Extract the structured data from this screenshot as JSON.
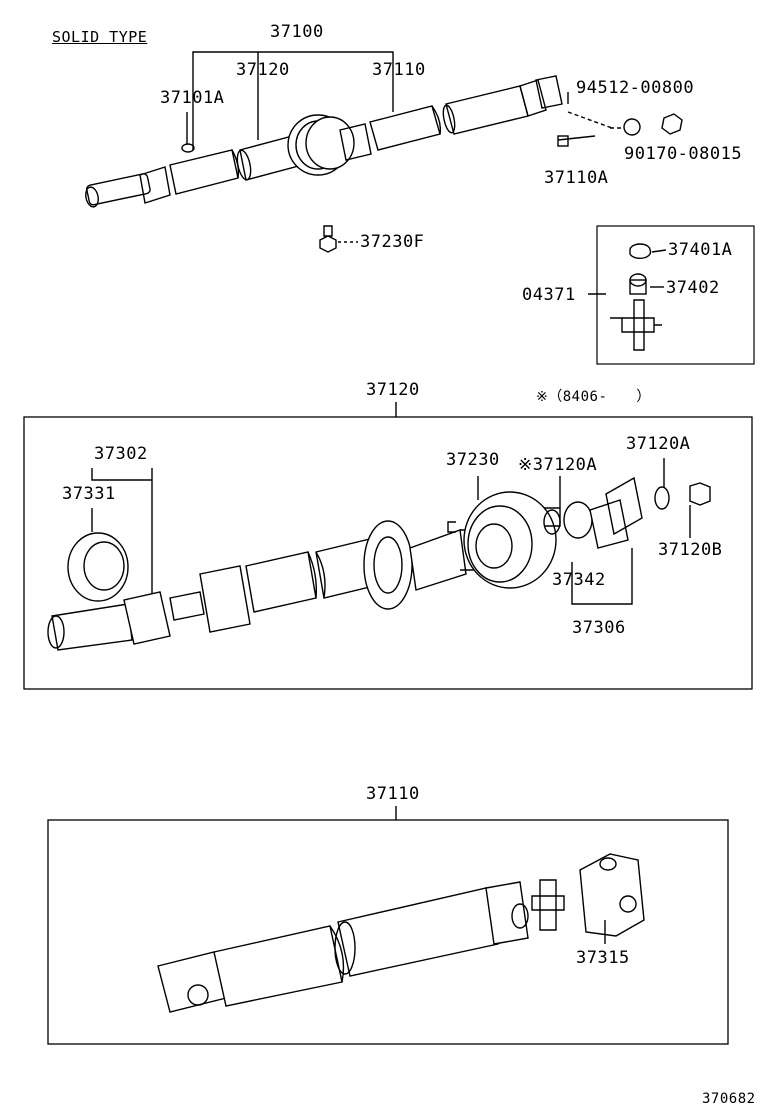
{
  "header": "SOLID TYPE",
  "figure_id": "370682",
  "note": "※（8406-　　）",
  "labels": {
    "p37100": "37100",
    "p37120": "37120",
    "p37110": "37110",
    "p37101A": "37101A",
    "p94512": "94512-00800",
    "p90170": "90170-08015",
    "p37110A": "37110A",
    "p37230F": "37230F",
    "p37401A": "37401A",
    "p04371": "04371",
    "p37402": "37402",
    "box1_title": "37120",
    "p37302": "37302",
    "p37331": "37331",
    "p37230": "37230",
    "p37120A_star": "※37120A",
    "p37120A": "37120A",
    "p37342": "37342",
    "p37120B": "37120B",
    "p37306": "37306",
    "box2_title": "37110",
    "p37315": "37315"
  }
}
